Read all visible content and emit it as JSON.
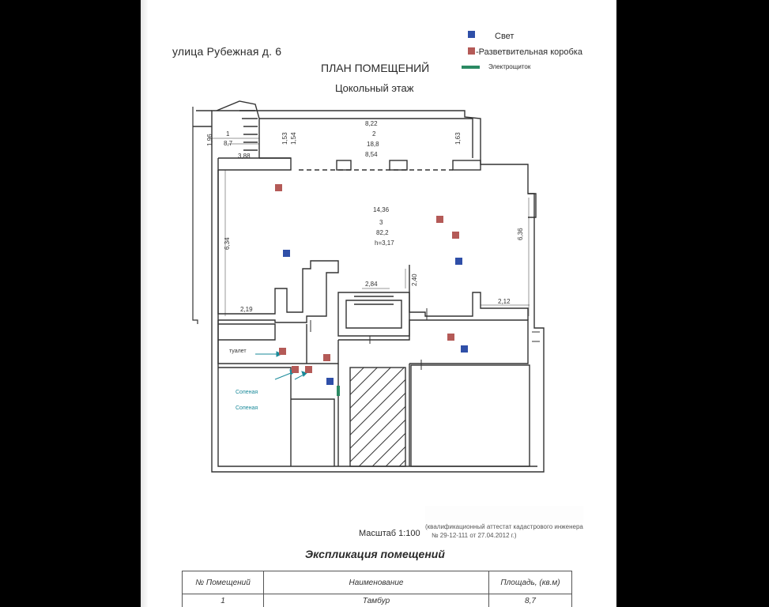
{
  "document": {
    "address": "улица Рубежная д. 6",
    "title": "ПЛАН ПОМЕЩЕНИЙ",
    "floor": "Цокольный этаж",
    "scale": "Масштаб 1:100",
    "certificate_line1": "(квалификационный аттестат кадастрового инженера",
    "certificate_line2": "№ 29-12-111 от 27.04.2012 г.)"
  },
  "legend": {
    "light": {
      "label": "Свет",
      "color": "#2f4fa8"
    },
    "junction_box": {
      "label": "-Разветвительная коробка",
      "color": "#b45a57"
    },
    "panel": {
      "label": "Электрощиток",
      "color": "#2b8a63"
    }
  },
  "plan": {
    "room1": {
      "dim": "1",
      "area": "8,7",
      "side_a": "1,96",
      "side_b": "3,88"
    },
    "room2": {
      "top": "8,22",
      "no": "2",
      "area": "18,8",
      "bottom": "8,54",
      "dims": [
        "1,53",
        "1,54",
        "1,63"
      ]
    },
    "room3": {
      "width": "14,36",
      "no": "3",
      "area": "82,2",
      "height": "h=3,17",
      "left": "6,34",
      "right": "6,36"
    },
    "inner": {
      "d1": "2,84",
      "d2": "2,40",
      "d3": "2,19",
      "d4": "2,12"
    },
    "labels": {
      "toilet": "туалет",
      "s1": "Сопеная",
      "s2": "Сопеная"
    }
  },
  "explication": {
    "title": "Экспликация помещений",
    "headers": {
      "no": "№ Помещений",
      "name": "Наименование",
      "area": "Площадь, (кв.м)"
    },
    "rows": [
      {
        "no": "1",
        "name": "Тамбур",
        "area": "8,7"
      }
    ]
  }
}
